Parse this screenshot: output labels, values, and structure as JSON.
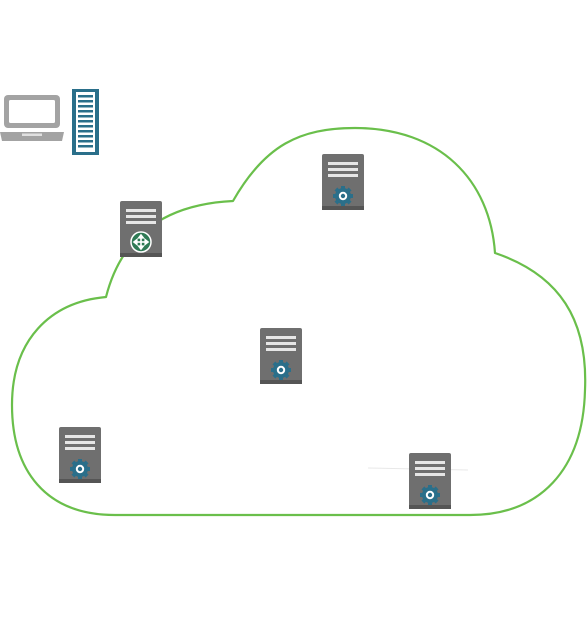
{
  "diagram": {
    "colors": {
      "cloud_outline": "#6abf4b",
      "server_body": "#6f6f6f",
      "server_dark": "#555555",
      "server_stripe": "#e6e6e6",
      "gear": "#2a6f8a",
      "router_badge": "#2f7a55",
      "laptop": "#a3a3a3",
      "rack": "#2a6f8a"
    },
    "nodes": [
      {
        "id": "client-laptop",
        "kind": "laptop",
        "icon": "laptop-icon"
      },
      {
        "id": "client-rack",
        "kind": "rack",
        "icon": "server-rack-icon"
      },
      {
        "id": "edge-router",
        "kind": "router-server",
        "icon": "router-server-icon"
      },
      {
        "id": "server-top",
        "kind": "server",
        "icon": "server-gear-icon"
      },
      {
        "id": "server-center",
        "kind": "server",
        "icon": "server-gear-icon"
      },
      {
        "id": "server-left",
        "kind": "server",
        "icon": "server-gear-icon"
      },
      {
        "id": "server-right",
        "kind": "server",
        "icon": "server-gear-icon"
      }
    ]
  }
}
